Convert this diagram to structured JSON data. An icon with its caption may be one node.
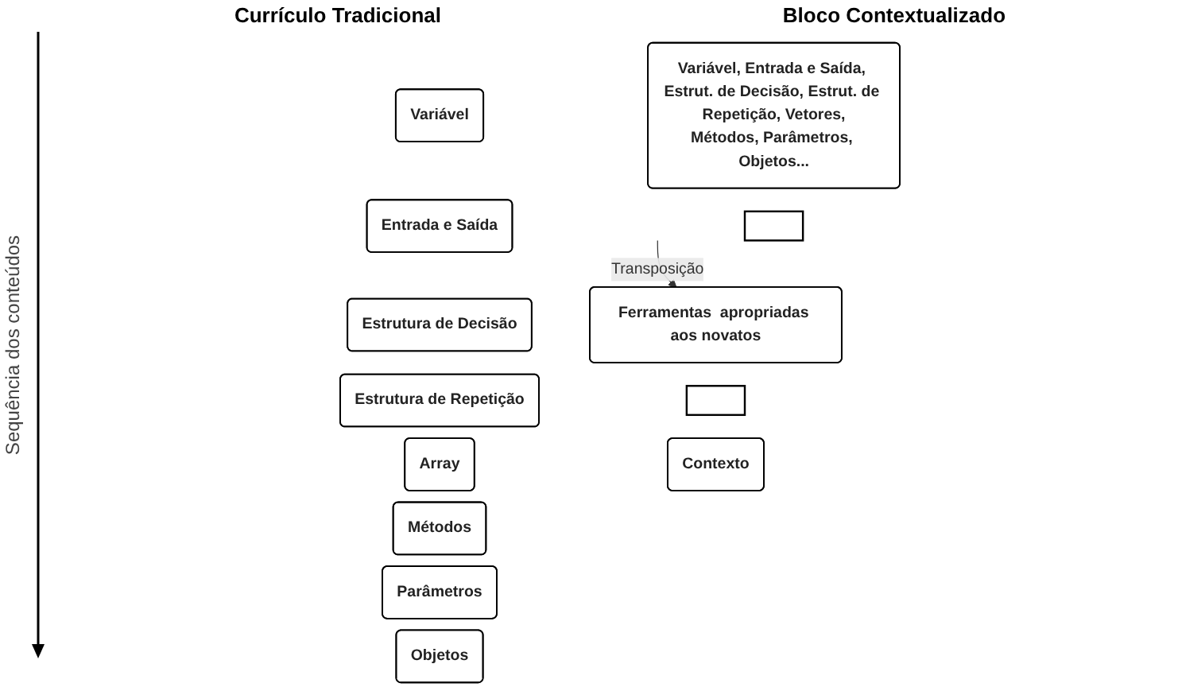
{
  "diagram": {
    "nodes": [
      {
        "text": [
          "Variável"
        ]
      },
      {
        "text": [
          "Entrada e Saída"
        ]
      },
      {
        "text": [
          "Estrutura de Decisão"
        ]
      },
      {
        "text": [
          "Estrutura de Repetição"
        ]
      },
      {
        "text": [
          "Array"
        ]
      },
      {
        "text": [
          "Métodos"
        ]
      },
      {
        "text": [
          "Parâmetros"
        ]
      },
      {
        "text": [
          "Objetos"
        ]
      },
      {
        "text": [
          "Variável, Entrada e Saída, Estrut. de Decisão, Estrut. de  Repetição, Vetores, Métodos, Parâmetros, Objetos..."
        ]
      },
      {
        "text": [],
        "shape": "cross"
      },
      {
        "text": [
          "Ferramentas  apropriadas aos novatos"
        ]
      },
      {
        "text": [],
        "shape": "cross"
      },
      {
        "text": [
          "Contexto"
        ]
      }
    ],
    "edges": [
      {
        "from": null,
        "to": 10,
        "arrow": "to",
        "label": "Transposição"
      }
    ],
    "labels": [
      "Currículo Tradicional",
      "Bloco Contextualizado",
      "Sequência dos conteúdos"
    ]
  }
}
